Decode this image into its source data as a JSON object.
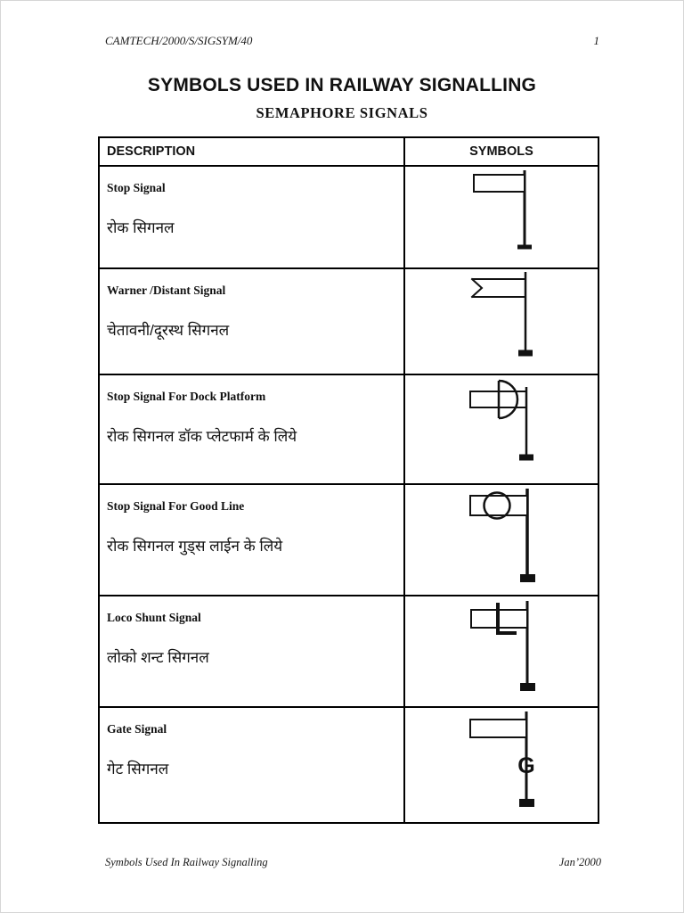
{
  "page": {
    "header_left": "CAMTECH/2000/S/SIGSYM/40",
    "header_page_number": "1",
    "title": "SYMBOLS USED IN RAILWAY SIGNALLING",
    "subtitle": "SEMAPHORE SIGNALS",
    "footer_left": "Symbols Used In Railway Signalling",
    "footer_right": "Jan’2000"
  },
  "table": {
    "headers": {
      "description": "DESCRIPTION",
      "symbols": "SYMBOLS"
    },
    "rows": [
      {
        "name_en": "Stop Signal",
        "name_hi": "रोक सिगनल",
        "symbol": "stop-signal-plain-arm"
      },
      {
        "name_en": "Warner /Distant Signal",
        "name_hi": "चेतावनी/दूरस्थ सिगनल",
        "symbol": "warner-fishtail-arm"
      },
      {
        "name_en": "Stop Signal For Dock Platform",
        "name_hi": "रोक सिगनल डॉक प्लेटफार्म के लिये",
        "symbol": "dock-platform-arm-with-d"
      },
      {
        "name_en": "Stop Signal For Good Line",
        "name_hi": "रोक सिगनल गुड्स लाईन के लिये",
        "symbol": "goods-line-arm-with-circle"
      },
      {
        "name_en": "Loco Shunt Signal",
        "name_hi": "लोको शन्ट सिगनल",
        "symbol": "loco-shunt-arm-with-l"
      },
      {
        "name_en": "Gate Signal",
        "name_hi": "गेट सिगनल",
        "symbol": "gate-arm-with-g",
        "symbol_letter": "G"
      }
    ]
  },
  "colors": {
    "ink": "#111111",
    "table_border": "#000000"
  }
}
